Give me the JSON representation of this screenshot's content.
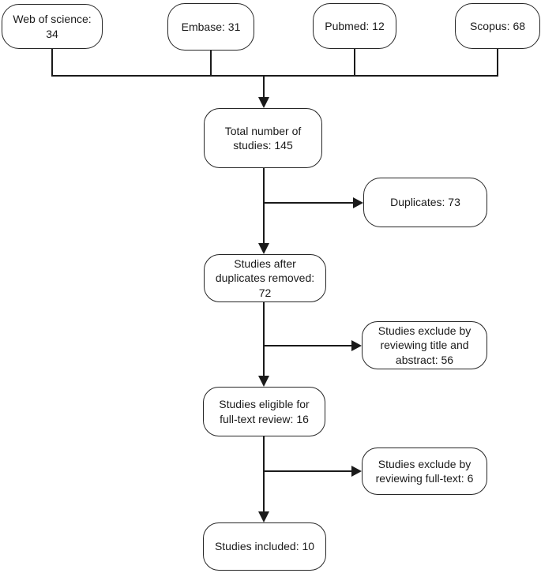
{
  "colors": {
    "background": "#ffffff",
    "box_fill": "#ffffff",
    "line": "#1a1a1a",
    "text": "#1a1a1a"
  },
  "sources": [
    {
      "label": "Web of science: 34"
    },
    {
      "label": "Embase: 31"
    },
    {
      "label": "Pubmed: 12"
    },
    {
      "label": "Scopus: 68"
    }
  ],
  "flow": {
    "total": "Total number of\nstudies: 145",
    "after_duplicates": "Studies after\nduplicates removed:\n72",
    "eligible": "Studies eligible for\nfull-text review: 16",
    "included": "Studies included: 10"
  },
  "exclusions": {
    "duplicates": "Duplicates: 73",
    "title_abstract": "Studies exclude by\nreviewing title and\nabstract: 56",
    "fulltext": "Studies exclude by\nreviewing full-text: 6"
  }
}
